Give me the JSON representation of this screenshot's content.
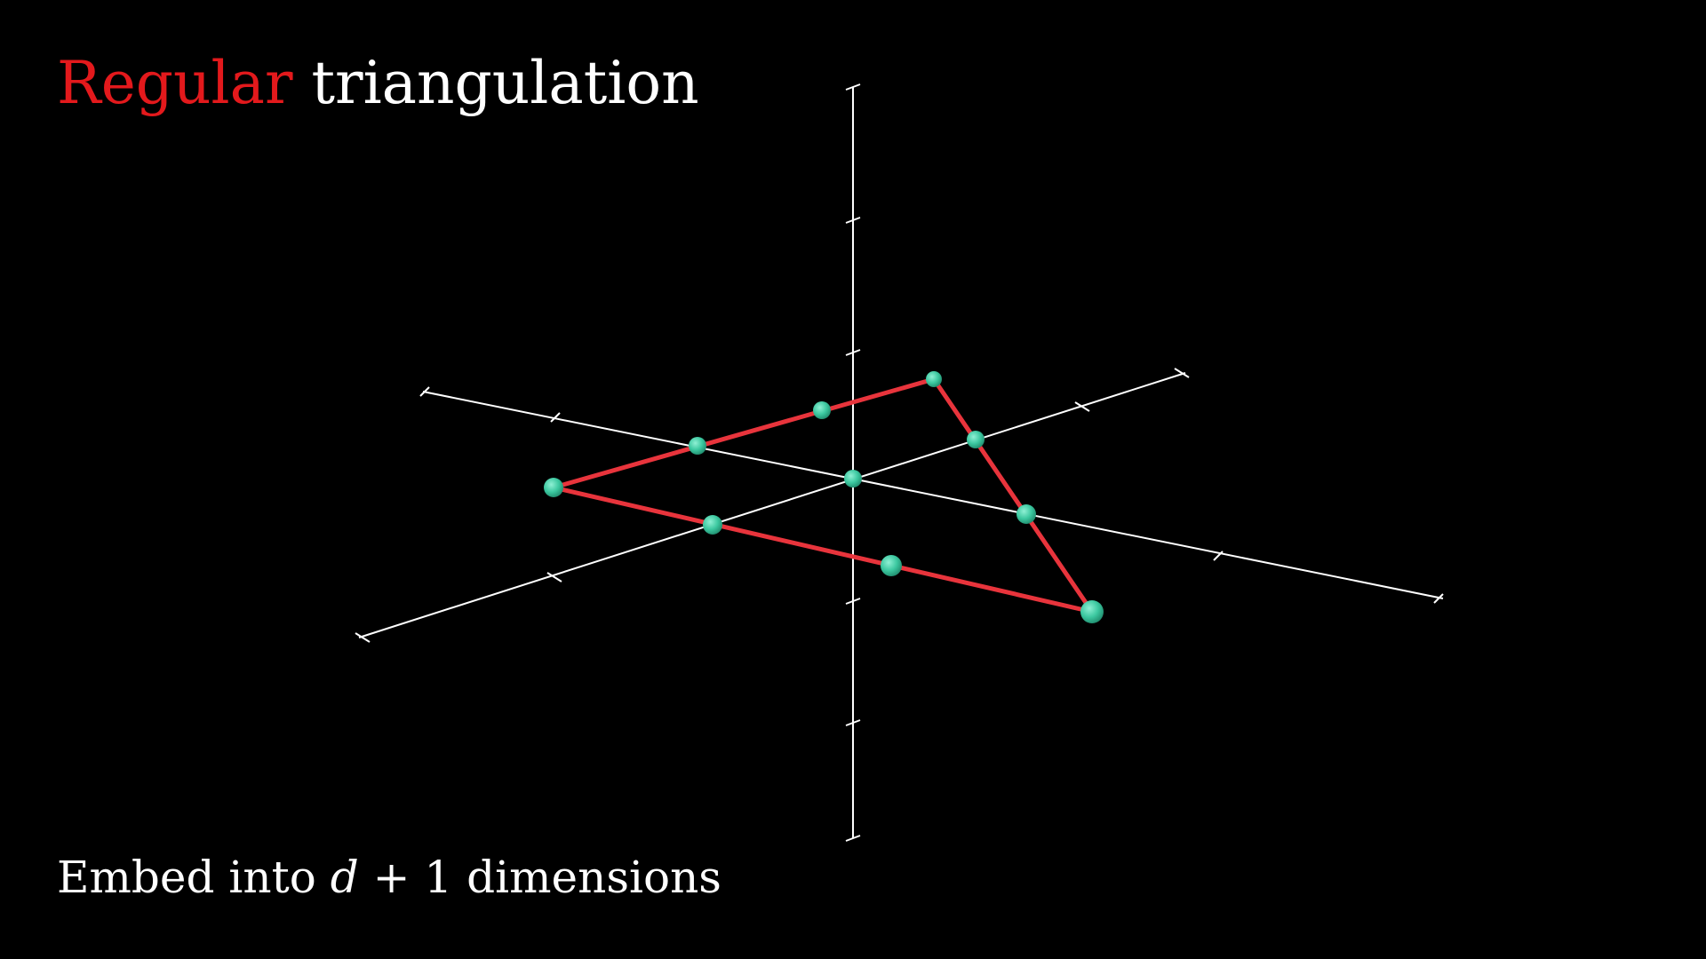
{
  "title": {
    "highlight": "Regular",
    "rest": "triangulation"
  },
  "caption": {
    "prefix": "Embed into ",
    "var": "d",
    "op": " + 1",
    "suffix": " dimensions"
  },
  "colors": {
    "background": "#000000",
    "title_highlight": "#e3191c",
    "text": "#ffffff",
    "axes": "#ffffff",
    "edges": "#e8343c",
    "points": "#3cc8a0"
  },
  "diagram": {
    "axes_count": 3,
    "triangle_vertices": 3,
    "points_count": 10
  }
}
